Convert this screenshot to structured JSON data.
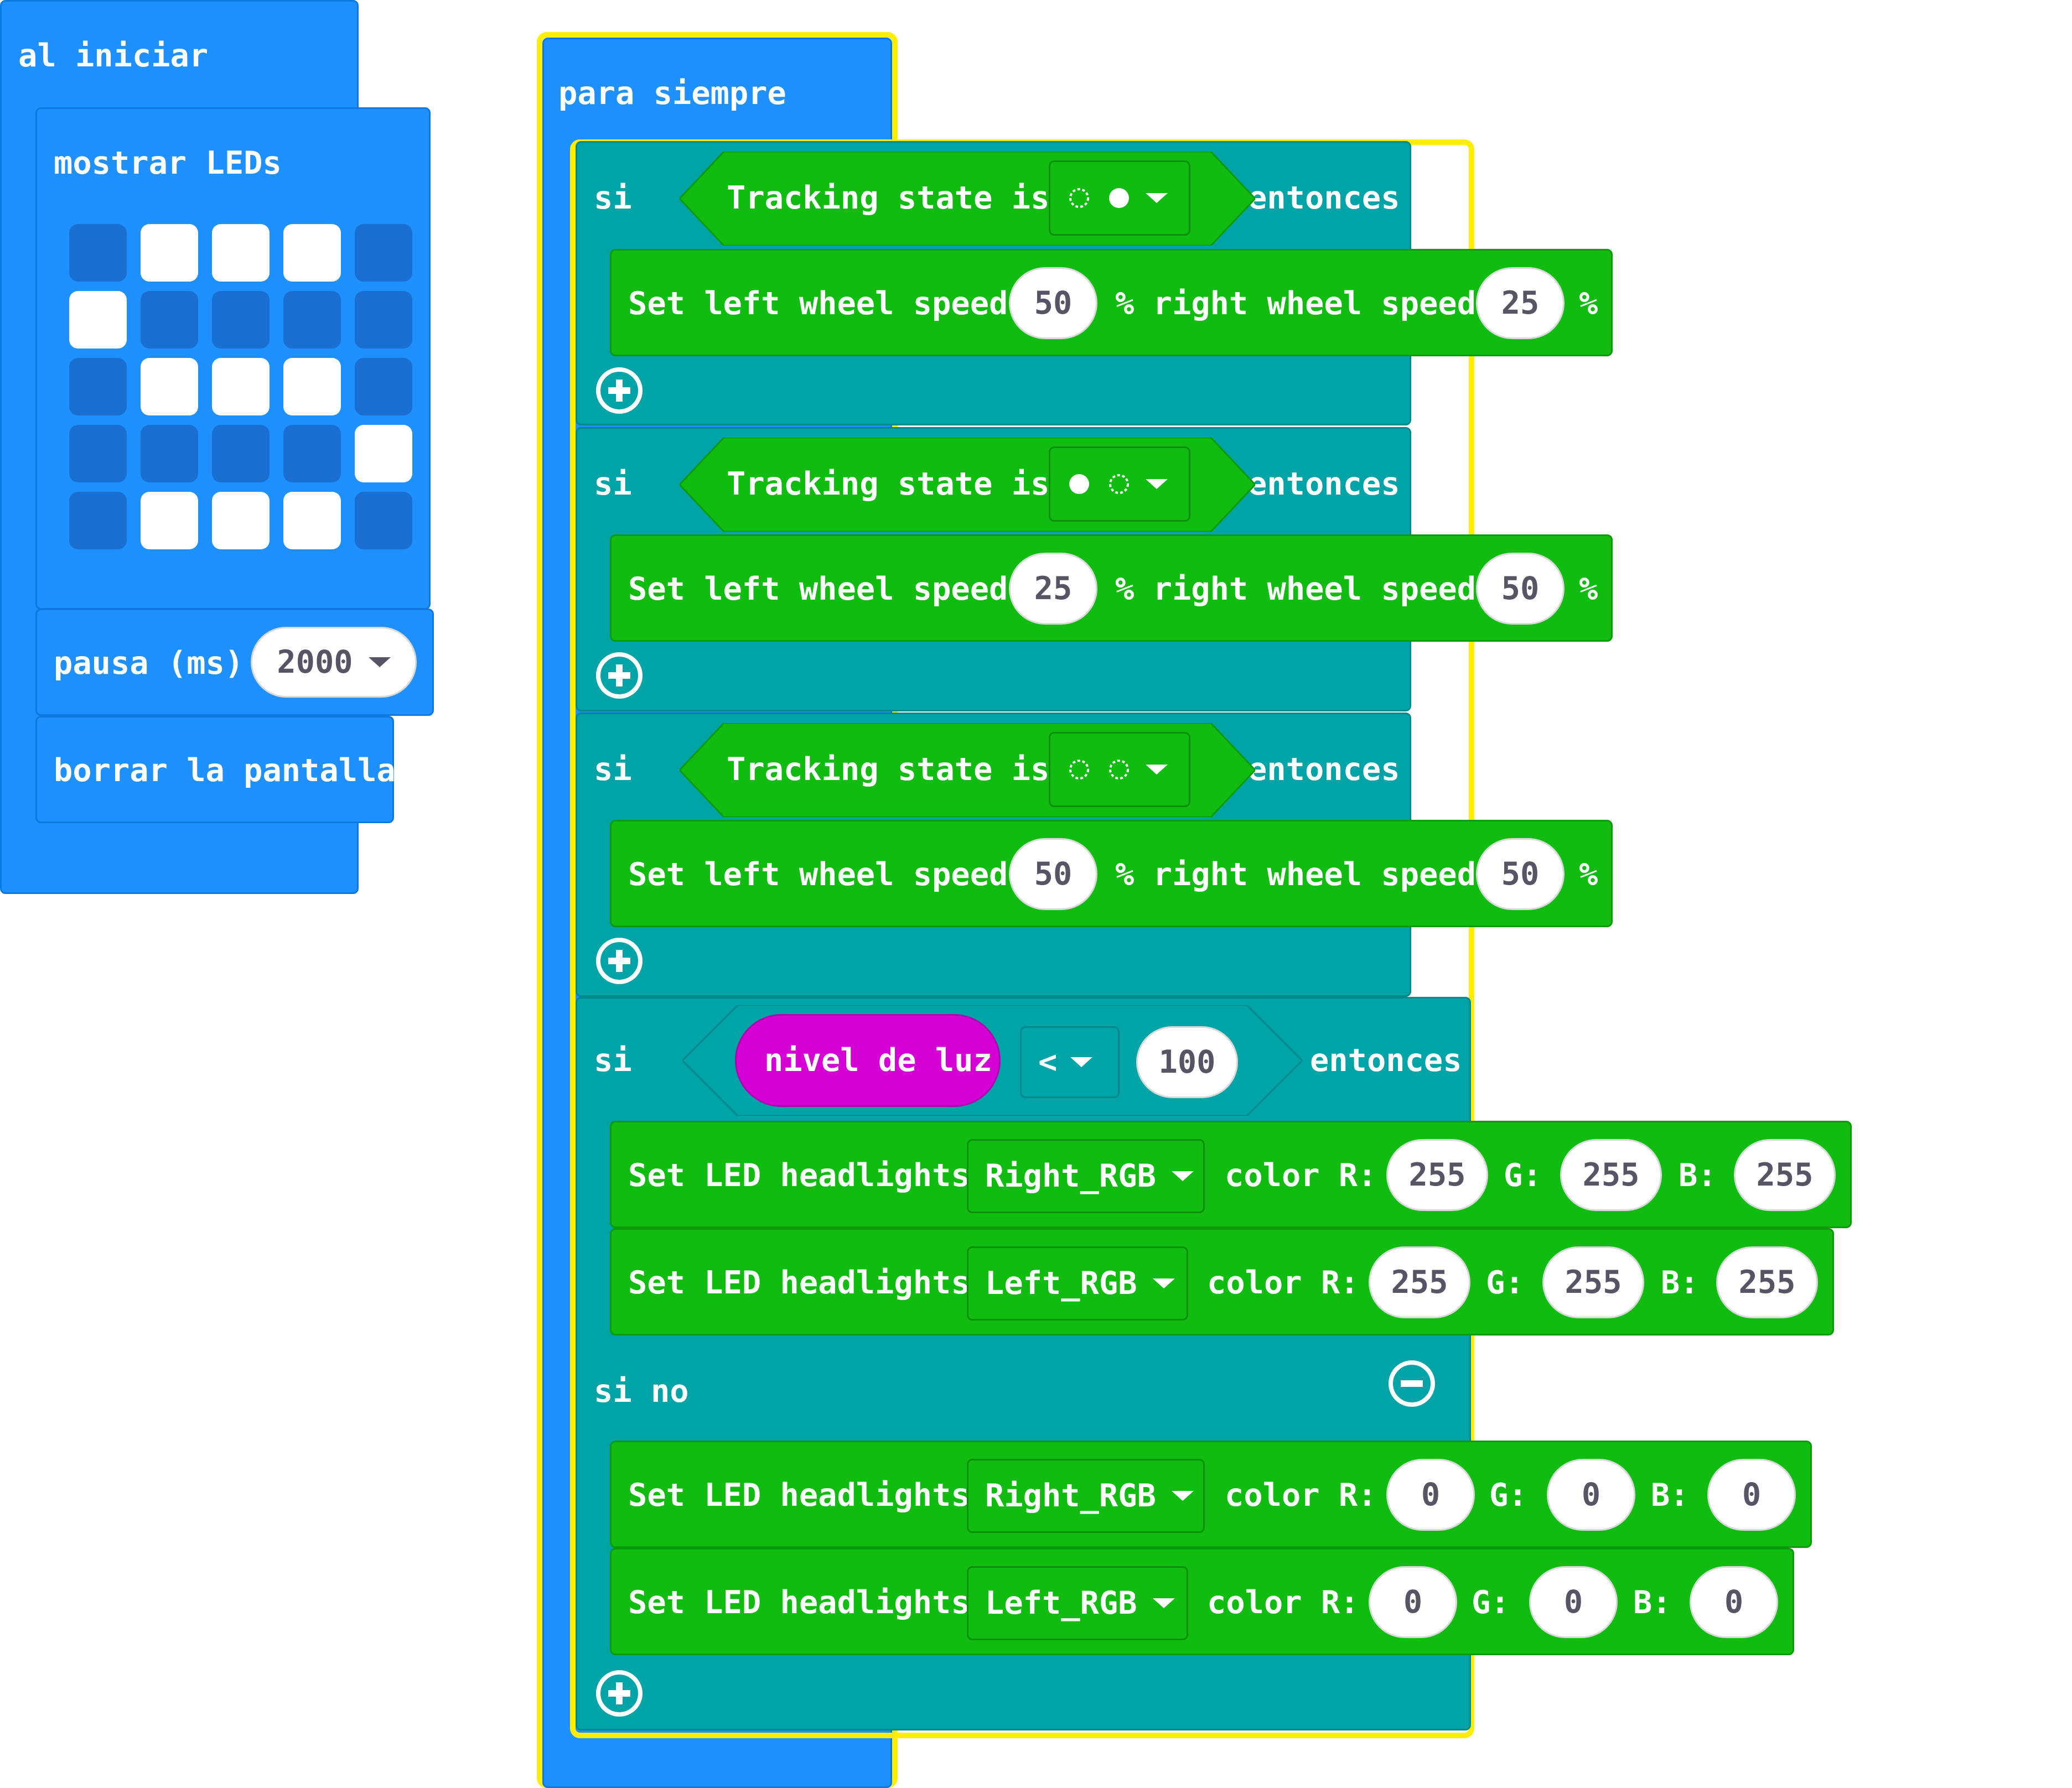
{
  "on_start": {
    "title": "al iniciar",
    "show_leds_label": "mostrar LEDs",
    "leds": [
      [
        0,
        1,
        1,
        1,
        0
      ],
      [
        1,
        0,
        0,
        0,
        0
      ],
      [
        0,
        1,
        1,
        1,
        0
      ],
      [
        0,
        0,
        0,
        0,
        1
      ],
      [
        0,
        1,
        1,
        1,
        0
      ]
    ],
    "pause_label": "pausa (ms)",
    "pause_value": "2000",
    "clear_label": "borrar la pantalla"
  },
  "forever": {
    "title": "para siempre",
    "if1": {
      "if_label": "si",
      "then_label": "entonces",
      "condition_label": "Tracking state is",
      "tracking_icon": "dotted-circle-filled-circle",
      "set_label": "Set left wheel speed",
      "left_value": "50",
      "mid_label": "% right wheel speed",
      "right_value": "25",
      "percent": "%"
    },
    "if2": {
      "if_label": "si",
      "then_label": "entonces",
      "condition_label": "Tracking state is",
      "tracking_icon": "filled-circle-dotted-circle",
      "set_label": "Set left wheel speed",
      "left_value": "25",
      "mid_label": "% right wheel speed",
      "right_value": "50",
      "percent": "%"
    },
    "if3": {
      "if_label": "si",
      "then_label": "entonces",
      "condition_label": "Tracking state is",
      "tracking_icon": "dotted-circle-dotted-circle",
      "set_label": "Set left wheel speed",
      "left_value": "50",
      "mid_label": "% right wheel speed",
      "right_value": "50",
      "percent": "%"
    },
    "if4": {
      "if_label": "si",
      "then_label": "entonces",
      "sensor_label": "nivel de luz",
      "operator": "<",
      "compare_value": "100",
      "else_label": "si no",
      "then_rows": [
        {
          "label": "Set LED headlights",
          "side": "Right_RGB",
          "color_label": "color R:",
          "r": "255",
          "g_label": "G:",
          "g": "255",
          "b_label": "B:",
          "b": "255"
        },
        {
          "label": "Set LED headlights",
          "side": "Left_RGB",
          "color_label": "color R:",
          "r": "255",
          "g_label": "G:",
          "g": "255",
          "b_label": "B:",
          "b": "255"
        }
      ],
      "else_rows": [
        {
          "label": "Set LED headlights",
          "side": "Right_RGB",
          "color_label": "color R:",
          "r": "0",
          "g_label": "G:",
          "g": "0",
          "b_label": "B:",
          "b": "0"
        },
        {
          "label": "Set LED headlights",
          "side": "Left_RGB",
          "color_label": "color R:",
          "r": "0",
          "g_label": "G:",
          "g": "0",
          "b_label": "B:",
          "b": "0"
        }
      ]
    }
  },
  "colors": {
    "basic": "#1e90ff",
    "logic": "#00a4a6",
    "robot": "#10bc10",
    "input": "#d400d4",
    "selection": "#ffee00",
    "led_on": "#ffffff",
    "led_off": "#1a6fd0"
  }
}
